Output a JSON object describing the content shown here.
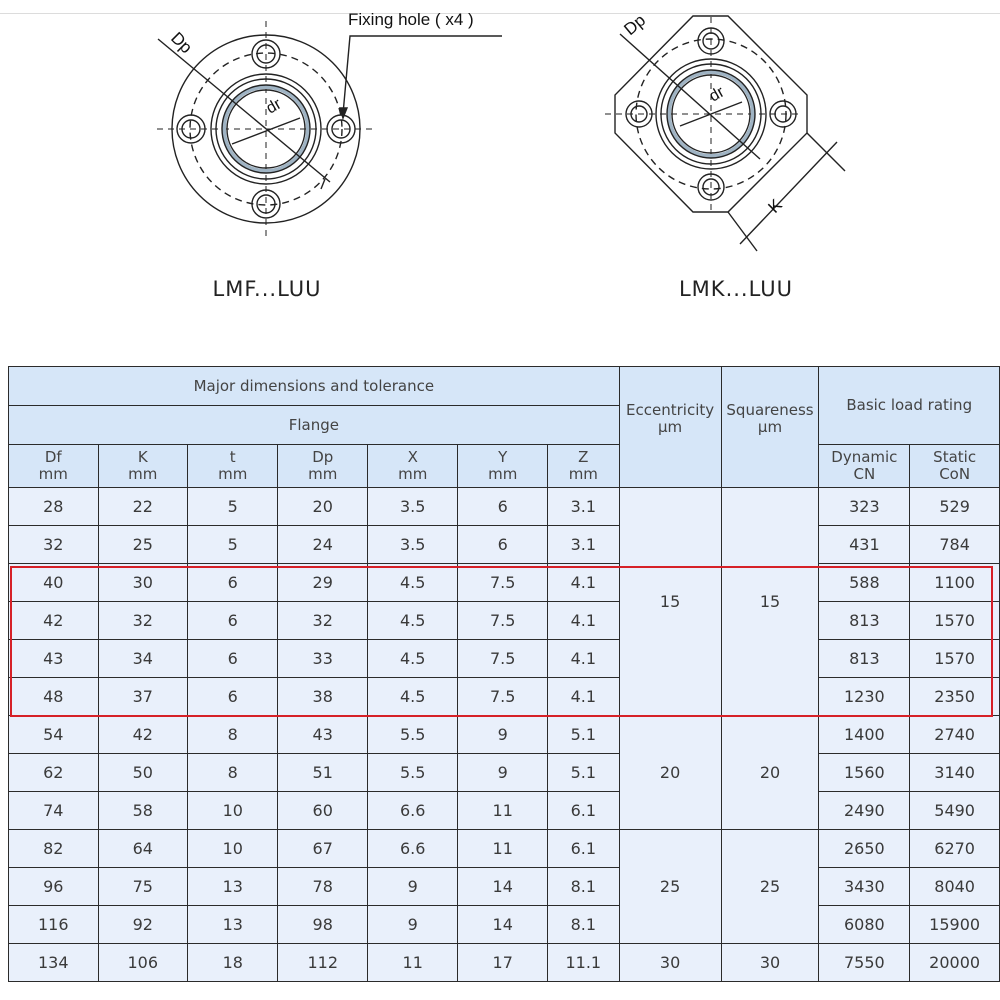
{
  "diagrams": {
    "left": {
      "label": "LMF...LUU",
      "callout": "Fixing hole ( x4 )",
      "dim_labels": [
        "Dp",
        "dr"
      ]
    },
    "right": {
      "label": "LMK...LUU",
      "dim_labels": [
        "Dp",
        "dr",
        "K"
      ]
    }
  },
  "table": {
    "header": {
      "group_major": "Major dimensions and tolerance",
      "group_flange": "Flange",
      "eccentricity": {
        "name": "Eccentricity",
        "unit": "µm"
      },
      "squareness": {
        "name": "Squareness",
        "unit": "µm"
      },
      "load_rating": "Basic load rating",
      "columns": [
        {
          "name": "Df",
          "unit": "mm"
        },
        {
          "name": "K",
          "unit": "mm"
        },
        {
          "name": "t",
          "unit": "mm"
        },
        {
          "name": "Dp",
          "unit": "mm"
        },
        {
          "name": "X",
          "unit": "mm"
        },
        {
          "name": "Y",
          "unit": "mm"
        },
        {
          "name": "Z",
          "unit": "mm"
        }
      ],
      "dynamic": {
        "name": "Dynamic",
        "unit": "CN"
      },
      "static": {
        "name": "Static",
        "unit": "CoN"
      }
    },
    "rows": [
      {
        "Df": "28",
        "K": "22",
        "t": "5",
        "Dp": "20",
        "X": "3.5",
        "Y": "6",
        "Z": "3.1",
        "dynamic": "323",
        "static": "529"
      },
      {
        "Df": "32",
        "K": "25",
        "t": "5",
        "Dp": "24",
        "X": "3.5",
        "Y": "6",
        "Z": "3.1",
        "dynamic": "431",
        "static": "784"
      },
      {
        "Df": "40",
        "K": "30",
        "t": "6",
        "Dp": "29",
        "X": "4.5",
        "Y": "7.5",
        "Z": "4.1",
        "dynamic": "588",
        "static": "1100"
      },
      {
        "Df": "42",
        "K": "32",
        "t": "6",
        "Dp": "32",
        "X": "4.5",
        "Y": "7.5",
        "Z": "4.1",
        "dynamic": "813",
        "static": "1570"
      },
      {
        "Df": "43",
        "K": "34",
        "t": "6",
        "Dp": "33",
        "X": "4.5",
        "Y": "7.5",
        "Z": "4.1",
        "dynamic": "813",
        "static": "1570"
      },
      {
        "Df": "48",
        "K": "37",
        "t": "6",
        "Dp": "38",
        "X": "4.5",
        "Y": "7.5",
        "Z": "4.1",
        "dynamic": "1230",
        "static": "2350"
      },
      {
        "Df": "54",
        "K": "42",
        "t": "8",
        "Dp": "43",
        "X": "5.5",
        "Y": "9",
        "Z": "5.1",
        "dynamic": "1400",
        "static": "2740"
      },
      {
        "Df": "62",
        "K": "50",
        "t": "8",
        "Dp": "51",
        "X": "5.5",
        "Y": "9",
        "Z": "5.1",
        "dynamic": "1560",
        "static": "3140"
      },
      {
        "Df": "74",
        "K": "58",
        "t": "10",
        "Dp": "60",
        "X": "6.6",
        "Y": "11",
        "Z": "6.1",
        "dynamic": "2490",
        "static": "5490"
      },
      {
        "Df": "82",
        "K": "64",
        "t": "10",
        "Dp": "67",
        "X": "6.6",
        "Y": "11",
        "Z": "6.1",
        "dynamic": "2650",
        "static": "6270"
      },
      {
        "Df": "96",
        "K": "75",
        "t": "13",
        "Dp": "78",
        "X": "9",
        "Y": "14",
        "Z": "8.1",
        "dynamic": "3430",
        "static": "8040"
      },
      {
        "Df": "116",
        "K": "92",
        "t": "13",
        "Dp": "98",
        "X": "9",
        "Y": "14",
        "Z": "8.1",
        "dynamic": "6080",
        "static": "15900"
      },
      {
        "Df": "134",
        "K": "106",
        "t": "18",
        "Dp": "112",
        "X": "11",
        "Y": "17",
        "Z": "11.1",
        "dynamic": "7550",
        "static": "20000"
      }
    ],
    "tolerance_groups": [
      {
        "rows": "1-6",
        "eccentricity": "15",
        "squareness": "15"
      },
      {
        "rows": "7-9",
        "eccentricity": "20",
        "squareness": "20"
      },
      {
        "rows": "10-12",
        "eccentricity": "25",
        "squareness": "25"
      },
      {
        "rows": "13",
        "eccentricity": "30",
        "squareness": "30"
      }
    ],
    "highlight": {
      "rows": "3-6",
      "color": "#d62027"
    }
  },
  "colors": {
    "header_bg": "#d6e6f8",
    "cell_bg": "#e9f0fb",
    "border": "#2b2b2b",
    "highlight": "#d62027"
  }
}
